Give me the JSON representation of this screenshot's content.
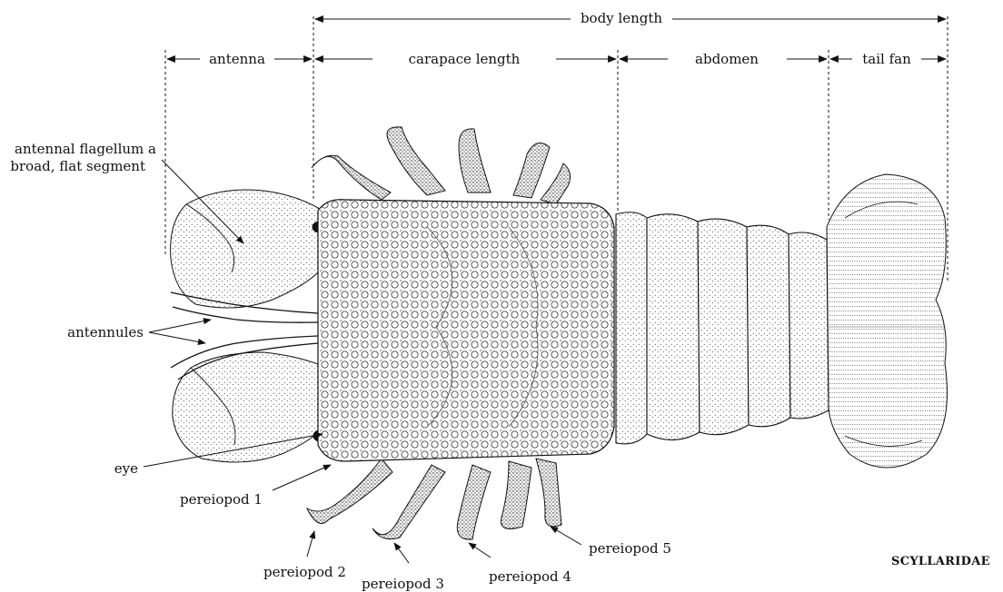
{
  "dimensions": {
    "body_length": "body length",
    "antenna": "antenna",
    "carapace_length": "carapace length",
    "abdomen": "abdomen",
    "tail_fan": "tail fan"
  },
  "callouts": {
    "antennal_flagellum": [
      "antennal flagellum a",
      "broad, flat segment"
    ],
    "antennules": "antennules",
    "eye": "eye",
    "pereiopod_1": "pereiopod 1",
    "pereiopod_2": "pereiopod 2",
    "pereiopod_3": "pereiopod 3",
    "pereiopod_4": "pereiopod 4",
    "pereiopod_5": "pereiopod 5"
  },
  "family_name": "SCYLLARIDAE",
  "colors": {
    "ink": "#111111",
    "background": "#ffffff"
  }
}
